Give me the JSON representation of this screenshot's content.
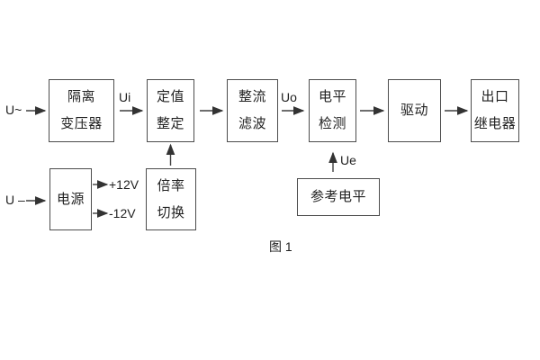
{
  "figure": {
    "caption": "图 1",
    "colors": {
      "line": "#4d4d4d",
      "text": "#1f1f1f",
      "background": "#ffffff"
    },
    "inputs": {
      "ac_label": "U~",
      "dc_label": "U –"
    },
    "signal_labels": {
      "ui": "Ui",
      "uo": "Uo",
      "ue": "Ue",
      "plus_rail": "+12V",
      "minus_rail": "-12V"
    },
    "blocks": {
      "isolation_transformer": {
        "line1": "隔离",
        "line2": "变压器"
      },
      "setting_adjustment": {
        "line1": "定值",
        "line2": "整定"
      },
      "rectifier_filter": {
        "line1": "整流",
        "line2": "滤波"
      },
      "level_detection": {
        "line1": "电平",
        "line2": "检测"
      },
      "driver": {
        "label": "驱动"
      },
      "output_relay": {
        "line1": "出口",
        "line2": "继电器"
      },
      "power_supply": {
        "label": "电源"
      },
      "multiplier_switch": {
        "line1": "倍率",
        "line2": "切换"
      },
      "reference_level": {
        "label": "参考电平"
      }
    }
  }
}
